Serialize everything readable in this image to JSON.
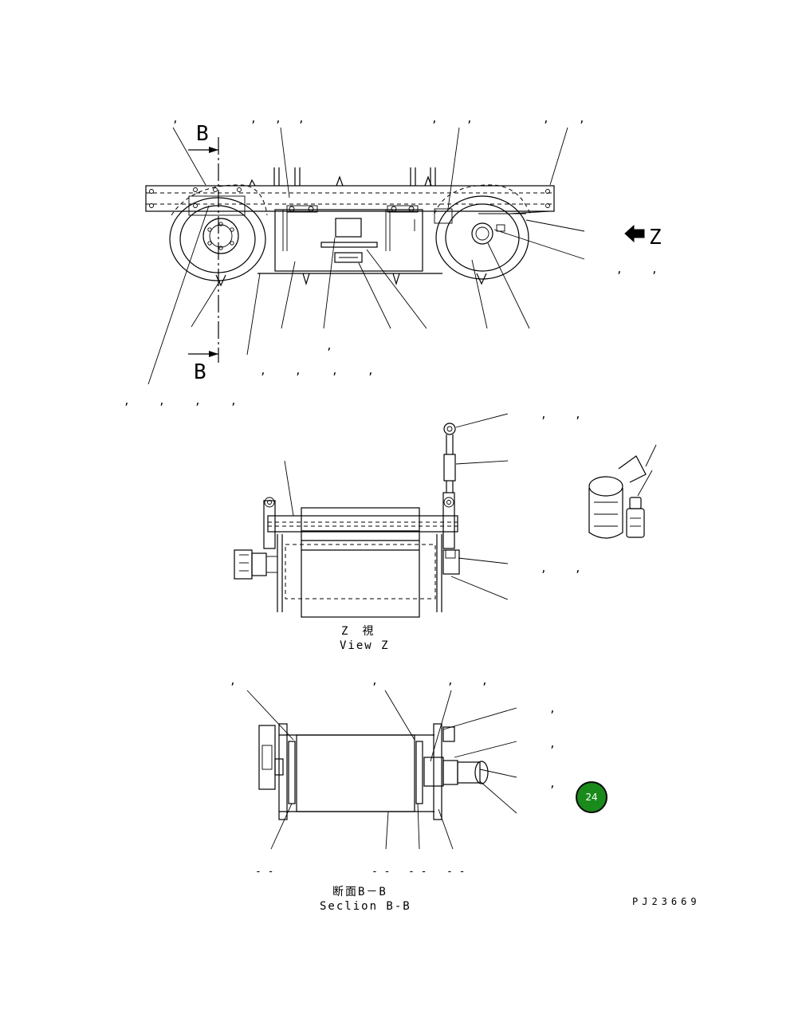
{
  "section_marks": {
    "top": "B",
    "bottom": "B"
  },
  "view_arrow": {
    "label": "Z",
    "icon": "arrow-left-icon"
  },
  "view_z": {
    "caption_jp": "Z　視",
    "caption_en": "View Z"
  },
  "section_bb": {
    "caption_jp": "断面B－B",
    "caption_en": "Seclion B-B"
  },
  "drawing_code": "PJ23669",
  "page_badge": {
    "number": "24",
    "color": "#1a8a1a"
  },
  "callout_marks": {
    "top_row": [
      ",",
      ",",
      ",",
      ",",
      ",",
      ",",
      ",",
      ","
    ],
    "right_side": [
      ",",
      ","
    ],
    "lower_mid": [
      ",",
      ",",
      ",",
      ","
    ],
    "lower_left": [
      ",",
      ",",
      ",",
      ","
    ],
    "comma_mid": ",",
    "view_z": [
      ",",
      ",",
      ",",
      ","
    ],
    "section_top": [
      ",",
      ",",
      ",",
      ","
    ],
    "section_right": [
      ",",
      ",",
      ","
    ],
    "section_bottom": [
      "- -",
      "- -",
      "- -",
      "- -"
    ]
  },
  "icons": [
    "arrow-left-icon",
    "oil-can-icon",
    "bottle-icon"
  ]
}
